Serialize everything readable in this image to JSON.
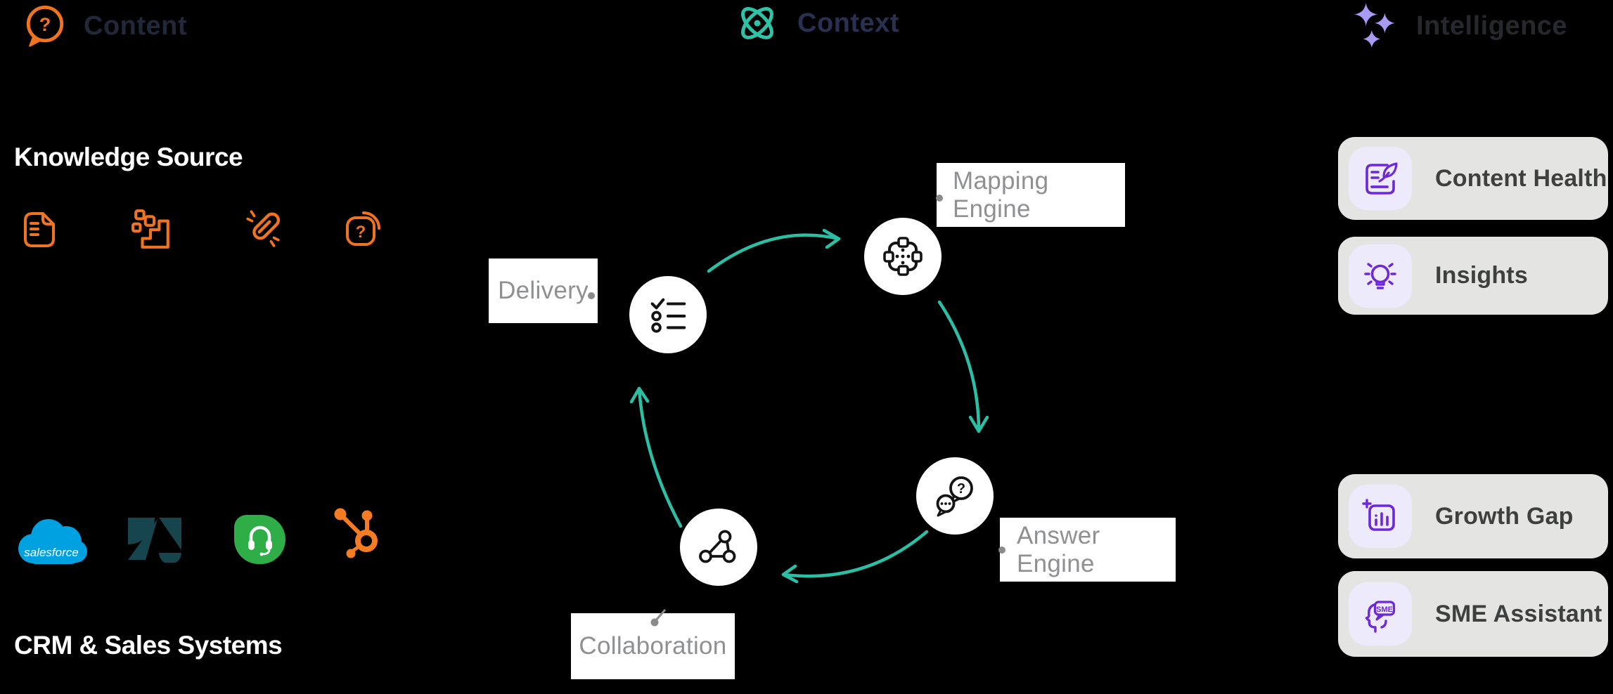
{
  "legend": {
    "content": "Content",
    "context": "Context",
    "intelligence": "Intelligence"
  },
  "left_panel": {
    "knowledge_heading": "Knowledge Source",
    "knowledge_icons": [
      "document-icon",
      "pixel-blocks-icon",
      "broken-link-icon",
      "question-box-icon"
    ],
    "crm_heading": "CRM & Sales Systems",
    "crm_logos": [
      "salesforce",
      "zendesk",
      "freshdesk",
      "hubspot"
    ],
    "salesforce_wordmark": "salesforce"
  },
  "cycle": {
    "nodes": [
      {
        "id": "delivery",
        "label": "Delivery",
        "icon": "checklist-icon"
      },
      {
        "id": "mapping-engine",
        "label": "Mapping Engine",
        "icon": "mapping-icon"
      },
      {
        "id": "answer-engine",
        "label": "Answer Engine",
        "icon": "chat-question-icon"
      },
      {
        "id": "collaboration",
        "label": "Collaboration",
        "icon": "share-network-icon"
      }
    ]
  },
  "intelligence_cards": [
    {
      "label": "Content Health",
      "icon": "content-health-icon"
    },
    {
      "label": "Insights",
      "icon": "insights-icon"
    },
    {
      "label": "Growth Gap",
      "icon": "growth-gap-icon"
    },
    {
      "label": "SME Assistant",
      "icon": "sme-assistant-icon",
      "icon_text": "SME"
    }
  ],
  "glyphs": {
    "q": "?"
  },
  "colors": {
    "background": "#000000",
    "orange": "#f0731f",
    "teal": "#2bbfa5",
    "purple_icon": "#6d28d9",
    "sparkle": "#a89bf6",
    "card_bg": "#e4e5e3",
    "tile_bg": "#edeafb",
    "node_label_text": "#8f9092",
    "salesforce_blue": "#00a1e0",
    "zendesk_teal": "#17454d",
    "freshdesk_green": "#2fae47",
    "hubspot_orange": "#f57c22"
  }
}
